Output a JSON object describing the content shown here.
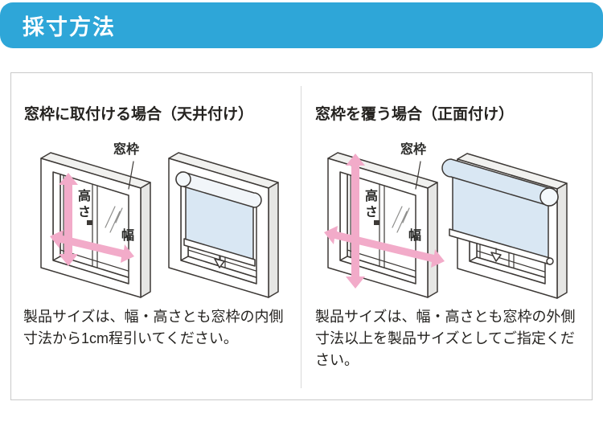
{
  "header": {
    "title": "採寸方法"
  },
  "panels": [
    {
      "title": "窓枠に取付ける場合（天井付け）",
      "frame_label": "窓枠",
      "height_label": "高さ",
      "width_label": "幅",
      "description": "製品サイズは、幅・高さとも窓枠の内側寸法から1cm程引いてください。"
    },
    {
      "title": "窓枠を覆う場合（正面付け）",
      "frame_label": "窓枠",
      "height_label": "高さ",
      "width_label": "幅",
      "description": "製品サイズは、幅・高さとも窓枠の外側寸法以上を製品サイズとしてご指定ください。"
    }
  ],
  "colors": {
    "header_bg": "#2ea6d8",
    "arrow_pink": "#f2abc9",
    "blind_blue": "#d9e7f3",
    "line": "#3d3936"
  }
}
